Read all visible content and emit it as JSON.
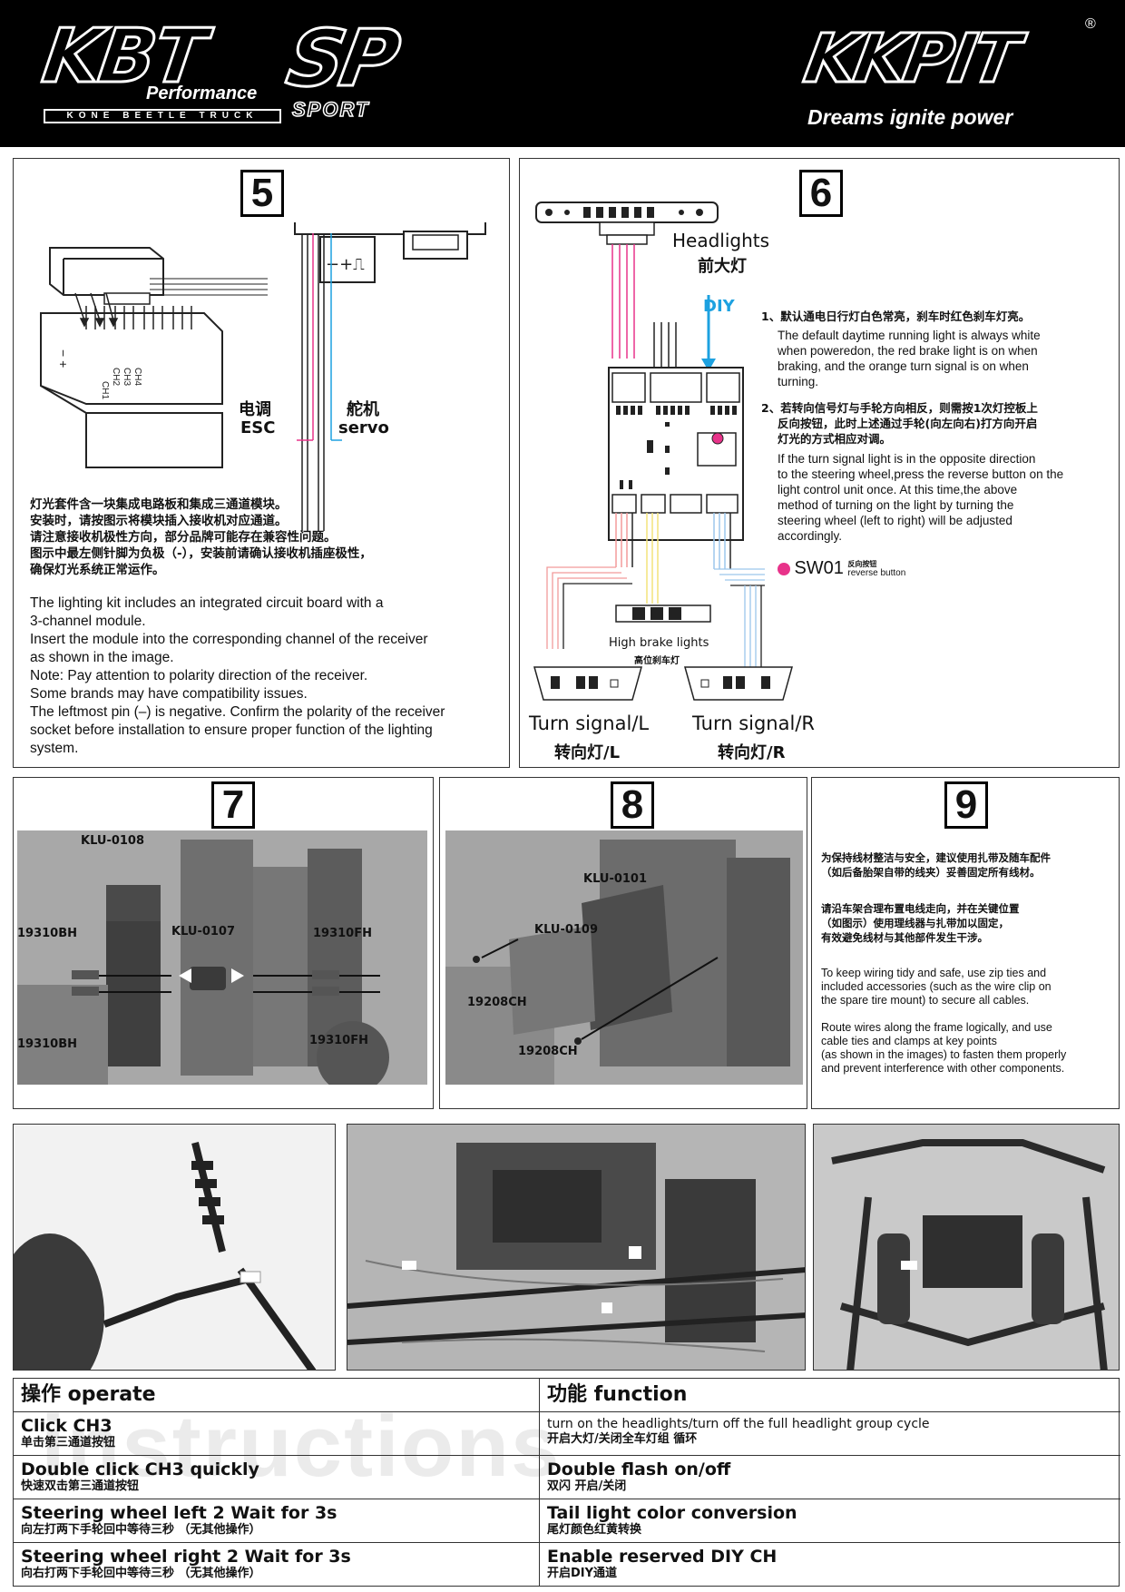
{
  "header": {
    "brand_left": "KBT",
    "brand_left_sub": "Performance",
    "brand_left_bar": "KONE BEETLE TRUCK",
    "brand_mid": "SP",
    "brand_mid_sub": "SPORT",
    "brand_right": "KKPIT",
    "reg_mark": "®",
    "slogan": "Dreams ignite power"
  },
  "step5": {
    "number": "5",
    "diagram": {
      "polarity": "−+⎍",
      "ch_labels": [
        "CH1",
        "CH2",
        "CH3",
        "CH4"
      ],
      "minus_plus": "−  +",
      "esc_cn": "电调",
      "esc_en": "ESC",
      "servo_cn": "舵机",
      "servo_en": "servo"
    },
    "text_cn": [
      "灯光套件含一块集成电路板和集成三通道模块。",
      "安装时，请按图示将模块插入接收机对应通道。",
      "请注意接收机极性方向，部分品牌可能存在兼容性问题。",
      "图示中最左侧针脚为负极（-），安装前请确认接收机插座极性，",
      "确保灯光系统正常运作。"
    ],
    "text_en": [
      "The lighting kit includes an integrated circuit board with a",
      "3-channel module.",
      "Insert the module into the corresponding channel of the receiver",
      "as shown in the image.",
      "Note: Pay attention to polarity direction of the receiver.",
      "Some brands may have compatibility issues.",
      "The leftmost pin (–) is negative. Confirm the polarity of the receiver",
      "socket before installation to ensure proper function of the lighting",
      "system."
    ]
  },
  "step6": {
    "number": "6",
    "headlights_en": "Headlights",
    "headlights_cn": "前大灯",
    "diy": "DIY",
    "note1_cn": [
      "1、默认通电日行灯白色常亮，刹车时红色刹车灯亮。"
    ],
    "note1_en": [
      "The default daytime running light is always white",
      "when poweredon, the red brake light is on when",
      "braking, and the orange turn signal is on when",
      "turning."
    ],
    "note2_cn": [
      "2、若转向信号灯与手轮方向相反，则需按1次灯控板上",
      "反向按钮，此时上述通过手轮(向左向右)打方向开启",
      "灯光的方式相应对调。"
    ],
    "note2_en": [
      "If the turn signal light is in the opposite direction",
      "to the steering wheel,press the reverse button on the",
      "light control unit once. At this time,the above",
      "method of turning on the light by turning the",
      "steering wheel (left to right) will be adjusted",
      "accordingly."
    ],
    "sw_label": "SW01",
    "sw_cn": "反向按钮",
    "sw_en": "reverse button",
    "brake_en": "High brake lights",
    "brake_cn": "高位刹车灯",
    "turn_l_en": "Turn signal/L",
    "turn_l_cn": "转向灯/L",
    "turn_r_en": "Turn signal/R",
    "turn_r_cn": "转向灯/R",
    "colors": {
      "pink": "#e8338a",
      "blue": "#1da1e0",
      "yellow": "#f2e27a",
      "red": "#f29a9a",
      "lightblue": "#9cc7ec"
    }
  },
  "step7": {
    "number": "7",
    "parts": [
      "KLU-0108",
      "19310BH",
      "KLU-0107",
      "19310FH",
      "19310BH",
      "19310FH"
    ]
  },
  "step8": {
    "number": "8",
    "parts": [
      "KLU-0101",
      "KLU-0109",
      "19208CH",
      "19208CH"
    ]
  },
  "step9": {
    "number": "9",
    "text_cn_1": [
      "为保持线材整洁与安全，建议使用扎带及随车配件",
      "（如后备胎架自带的线夹）妥善固定所有线材。"
    ],
    "text_cn_2": [
      "请沿车架合理布置电线走向，并在关键位置",
      "（如图示）使用理线器与扎带加以固定，",
      "有效避免线材与其他部件发生干涉。"
    ],
    "text_en_1": [
      "To keep wiring tidy and safe, use zip ties and",
      "included accessories (such as the wire clip on",
      "the spare tire mount) to secure all cables."
    ],
    "text_en_2": [
      "Route wires along the frame logically, and use",
      "cable ties and clamps at key points",
      "(as shown in the images) to fasten them properly",
      "and prevent interference with other components."
    ]
  },
  "table": {
    "watermark": "instructions",
    "header_left": "操作 operate",
    "header_right": "功能  function",
    "rows": [
      {
        "op_en": "Click CH3",
        "op_cn": "单击第三通道按钮",
        "fn_en": "turn on the headlights/turn off the full headlight group cycle",
        "fn_cn": "开启大灯/关闭全车灯组 循环"
      },
      {
        "op_en": "Double click CH3 quickly",
        "op_cn": "快速双击第三通道按钮",
        "fn_en": "Double flash on/off",
        "fn_cn": "双闪 开启/关闭"
      },
      {
        "op_en": "Steering wheel left 2 Wait for 3s",
        "op_cn": "向左打两下手轮回中等待三秒 （无其他操作）",
        "fn_en": "Tail light color conversion",
        "fn_cn": "尾灯颜色红黄转换"
      },
      {
        "op_en": "Steering wheel right 2 Wait for 3s",
        "op_cn": "向右打两下手轮回中等待三秒 （无其他操作）",
        "fn_en": "Enable reserved DIY CH",
        "fn_cn": "开启DIY通道"
      }
    ]
  }
}
